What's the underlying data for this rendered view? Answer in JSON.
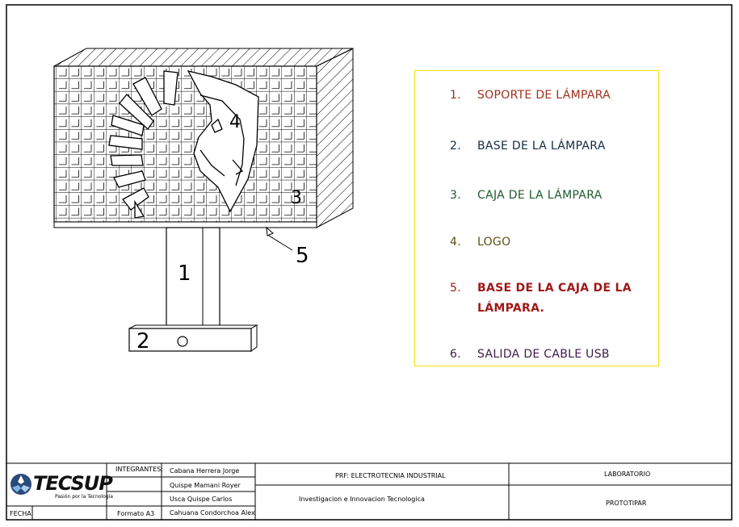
{
  "drawing": {
    "callouts": [
      "1",
      "2",
      "3",
      "4",
      "5"
    ]
  },
  "legend": {
    "border_color": "#f2e000",
    "items": [
      {
        "num": "1.",
        "text": "SOPORTE DE LÁMPARA",
        "color": "#a0301c"
      },
      {
        "num": "2.",
        "text": "BASE DE LA LÁMPARA",
        "color": "#142a45"
      },
      {
        "num": "3.",
        "text": "CAJA DE LA LÁMPARA",
        "color": "#1e5a2c"
      },
      {
        "num": "4.",
        "text": "LOGO",
        "color": "#5a5010"
      },
      {
        "num": "5.",
        "text": "BASE DE LA CAJA DE LA LÁMPARA.",
        "color": "#a01818"
      },
      {
        "num": "6.",
        "text": "SALIDA DE CABLE USB",
        "color": "#3c1c4a"
      }
    ]
  },
  "title_block": {
    "logo_text": "TECSUP",
    "logo_tagline": "Pasión por la Tecnología",
    "integrantes_label": "INTEGRANTES:",
    "members": [
      "Cabana Herrera Jorge",
      "Quispe Mamani Royer",
      "Usca Quispe Carlos",
      "Cahuana Condorchoa Alex"
    ],
    "fecha_label": "FECHA",
    "formato": "Formato A3",
    "prf": "PRF: ELECTROTECNIA INDUSTRIAL",
    "course": "Investigacion e Innovacion Tecnologica",
    "lab": "LABORATORIO",
    "project": "PROTOTIPAR"
  }
}
